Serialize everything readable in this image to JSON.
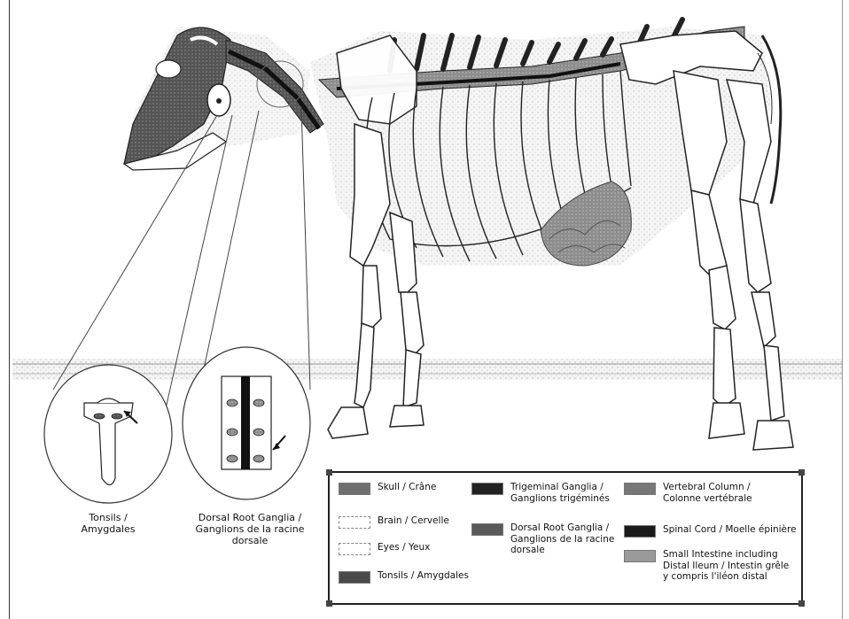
{
  "colors": {
    "skull": "#6e6e6e",
    "brain": "#ffffff",
    "eyes": "#ffffff",
    "tonsils": "#4a4a4a",
    "trigeminal": "#222222",
    "dorsal_root": "#5a5a5a",
    "vertebral": "#777777",
    "spinal_cord": "#1a1a1a",
    "intestine": "#9a9a9a"
  },
  "callouts": {
    "tonsils_label": "Tonsils /\nAmygdales",
    "drg_label": "Dorsal Root Ganglia /\nGanglions de la racine\ndorsale"
  },
  "legend": {
    "items": [
      {
        "label": "Skull / Crâne",
        "swatch": "skull"
      },
      {
        "label": "Brain / Cervelle",
        "swatch": "brain"
      },
      {
        "label": "Eyes / Yeux",
        "swatch": "eyes"
      },
      {
        "label": "Tonsils / Amygdales",
        "swatch": "tonsils"
      },
      {
        "label": "Trigeminal Ganglia /\nGanglions trigéminés",
        "swatch": "trigeminal"
      },
      {
        "label": "Dorsal Root Ganglia /\nGanglions de la racine\ndorsale",
        "swatch": "dorsal_root"
      },
      {
        "label": "Vertebral Column /\nColonne vertébrale",
        "swatch": "vertebral"
      },
      {
        "label": "Spinal Cord / Moelle épinière",
        "swatch": "spinal_cord"
      },
      {
        "label": "Small Intestine including\nDistal Ileum / Intestin grêle\ny compris l'iléon distal",
        "swatch": "intestine"
      }
    ]
  }
}
